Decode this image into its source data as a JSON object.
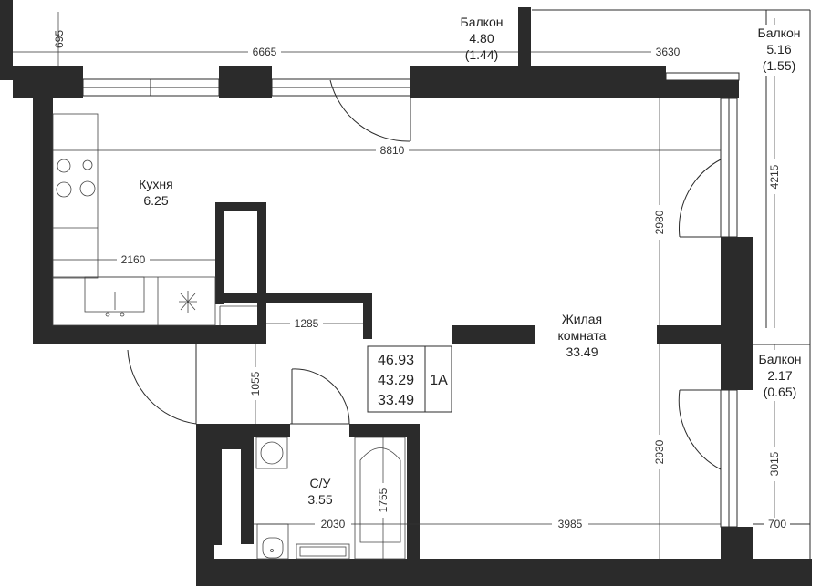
{
  "rooms": {
    "balcony_top": {
      "name": "Балкон",
      "area": "4.80",
      "area_coef": "(1.44)"
    },
    "balcony_right_top": {
      "name": "Балкон",
      "area": "5.16",
      "area_coef": "(1.55)"
    },
    "balcony_right_bottom": {
      "name": "Балкон",
      "area": "2.17",
      "area_coef": "(0.65)"
    },
    "kitchen": {
      "name": "Кухня",
      "area": "6.25"
    },
    "living": {
      "name1": "Жилая",
      "name2": "комната",
      "area": "33.49"
    },
    "bathroom": {
      "name": "С/У",
      "area": "3.55"
    }
  },
  "summary": {
    "total": "46.93",
    "living_total": "43.29",
    "living": "33.49",
    "type": "1А"
  },
  "dimensions": {
    "d695": "695",
    "d6665": "6665",
    "d3630": "3630",
    "d8810": "8810",
    "d4215": "4215",
    "d2980": "2980",
    "d2160": "2160",
    "d1285": "1285",
    "d1055": "1055",
    "d2930": "2930",
    "d3015": "3015",
    "d1755": "1755",
    "d2030": "2030",
    "d3985": "3985",
    "d700": "700"
  }
}
